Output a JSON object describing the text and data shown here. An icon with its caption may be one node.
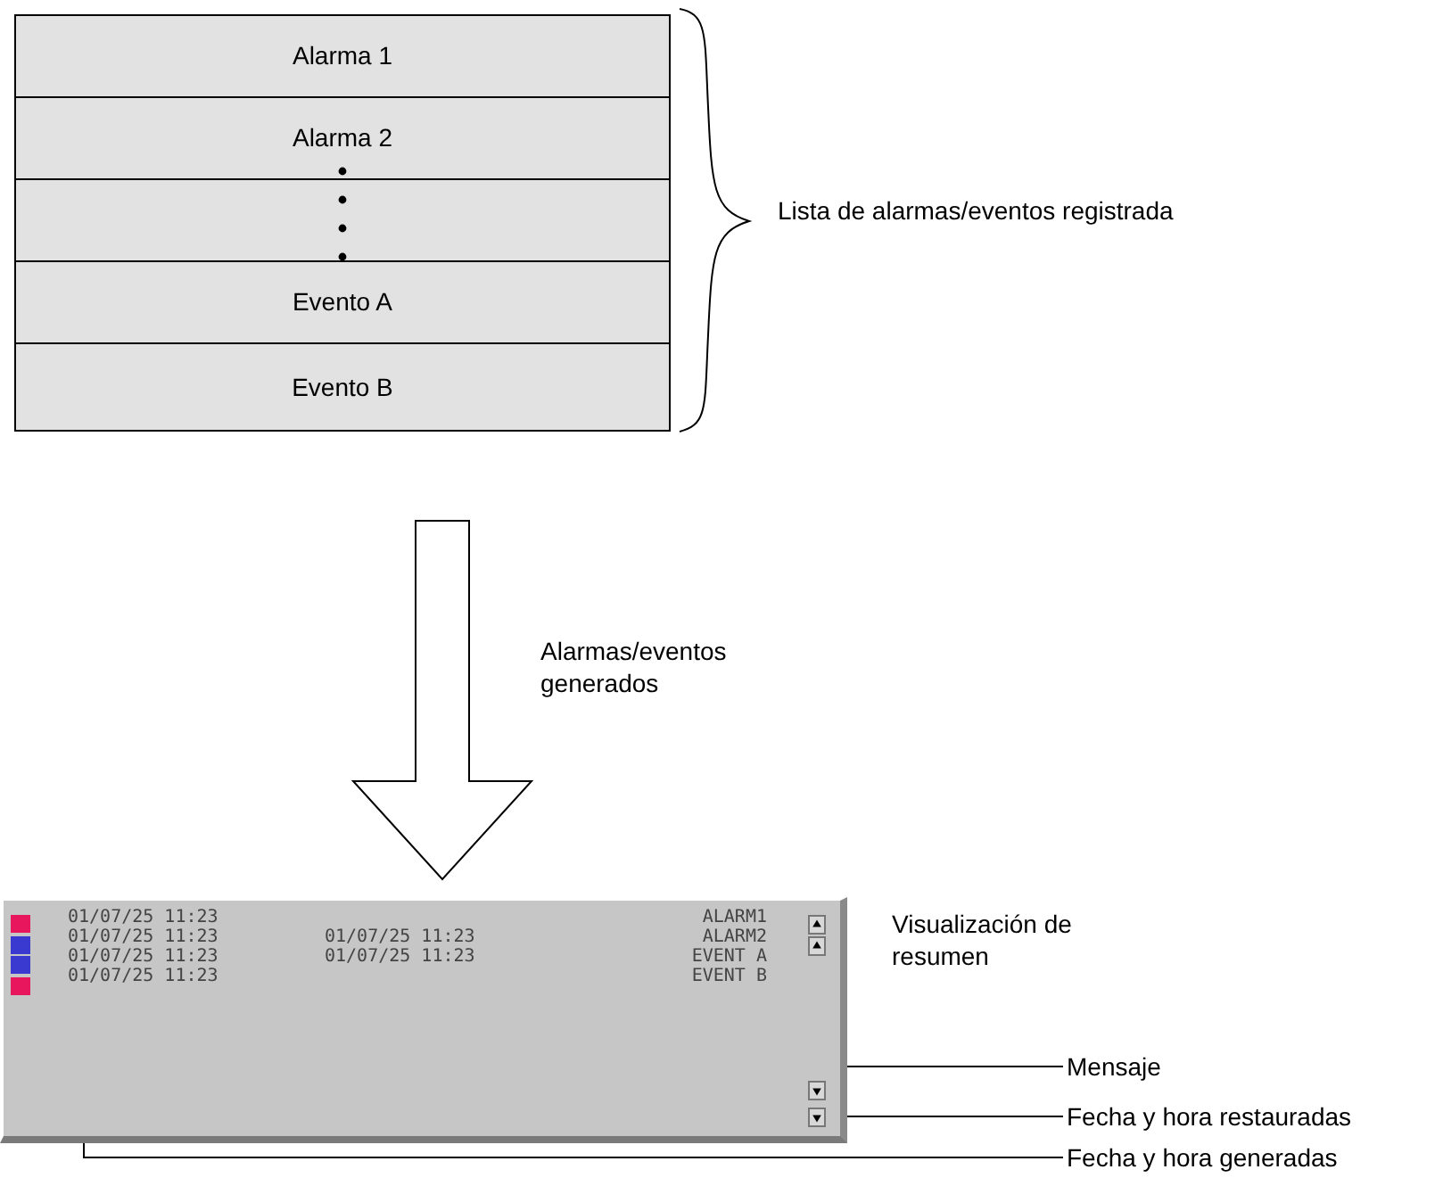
{
  "diagram": {
    "nodes": [
      {
        "text": [],
        "shape": "box"
      },
      {
        "text": [
          "Alarma 1"
        ],
        "in": 0
      },
      {
        "text": [
          "Alarma 2"
        ],
        "in": 0
      },
      {
        "text": [],
        "shape": "box",
        "in": 0
      },
      {
        "text": [
          "Evento A"
        ],
        "in": 0
      },
      {
        "text": [
          "Evento B"
        ],
        "in": 0
      },
      {
        "text": [],
        "shape": "box",
        "beside": [
          "Visualización de resumen"
        ]
      },
      {
        "text": [
          "Mensaje"
        ]
      },
      {
        "text": [
          "Fecha y hora restauradas"
        ]
      },
      {
        "text": [
          "Fecha y hora generadas"
        ]
      }
    ],
    "edges": [
      {
        "from": 0,
        "to": 6,
        "arrow": "to",
        "style": "thick",
        "label": "Alarmas/eventos generados"
      },
      {
        "from": 7,
        "to": 6,
        "arrow": "none"
      },
      {
        "from": 8,
        "to": 6,
        "arrow": "none"
      },
      {
        "from": 9,
        "to": 6,
        "arrow": "none"
      }
    ],
    "labels": [
      "Lista de alarmas/eventos registrada",
      "01/07/25 11:23",
      "ALARM1",
      "01/07/25 11:23",
      "01/07/25 11:23",
      "ALARM2",
      "01/07/25 11:23",
      "01/07/25 11:23",
      "EVENT A",
      "01/07/25 11:23",
      "EVENT B"
    ]
  }
}
